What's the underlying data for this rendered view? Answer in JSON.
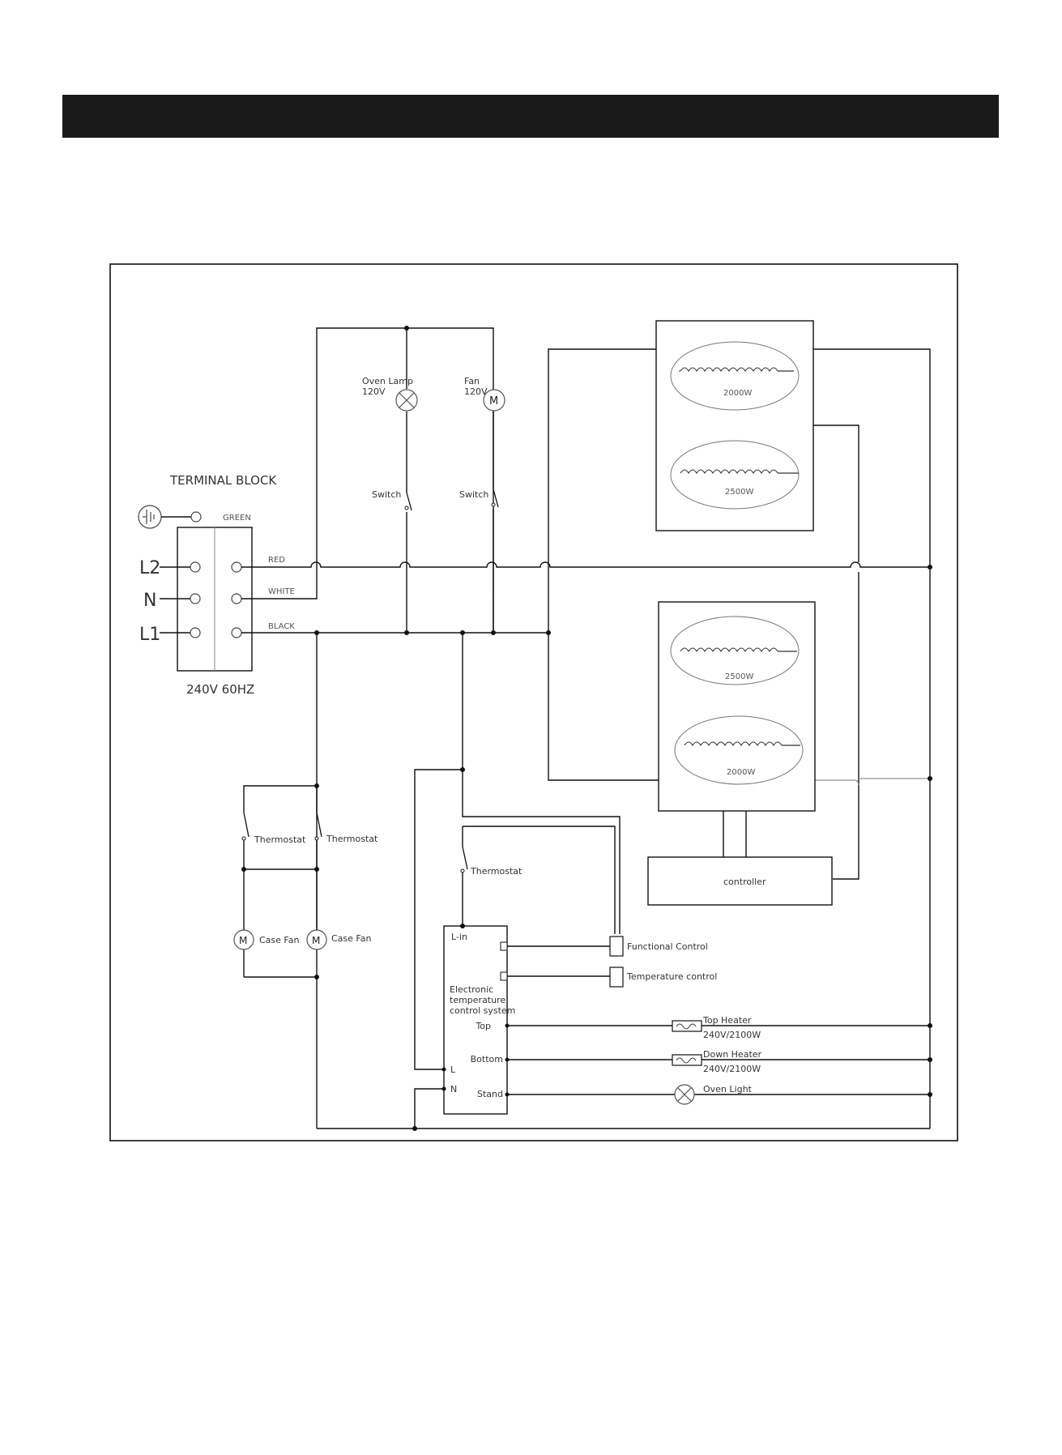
{
  "terminal_block": {
    "title": "TERMINAL BLOCK",
    "rating": "240V 60HZ",
    "inputs": [
      "L2",
      "N",
      "L1"
    ],
    "wires": [
      "RED",
      "WHITE",
      "BLACK"
    ],
    "ground": "GREEN"
  },
  "components": {
    "oven_lamp": [
      "Oven Lamp",
      "120V"
    ],
    "fan": [
      "Fan",
      "120V"
    ],
    "switch": "Switch",
    "thermostat": "Thermostat",
    "case_fan": "Case Fan",
    "controller": "controller",
    "heater_upper_top": "2000W",
    "heater_upper_bottom": "2500W",
    "heater_lower_top": "2500W",
    "heater_lower_bottom": "2000W",
    "etc_lines": [
      "Electronic",
      "temperature",
      "control system"
    ],
    "etc_l_in": "L-in",
    "etc_terminals": [
      "Top",
      "Bottom",
      "Stand",
      "L",
      "N"
    ],
    "functional_control": "Functional Control",
    "temperature_control": "Temperature control",
    "top_heater": [
      "Top Heater",
      "240V/2100W"
    ],
    "down_heater": [
      "Down Heater",
      "240V/2100W"
    ],
    "oven_light": "Oven Light"
  }
}
